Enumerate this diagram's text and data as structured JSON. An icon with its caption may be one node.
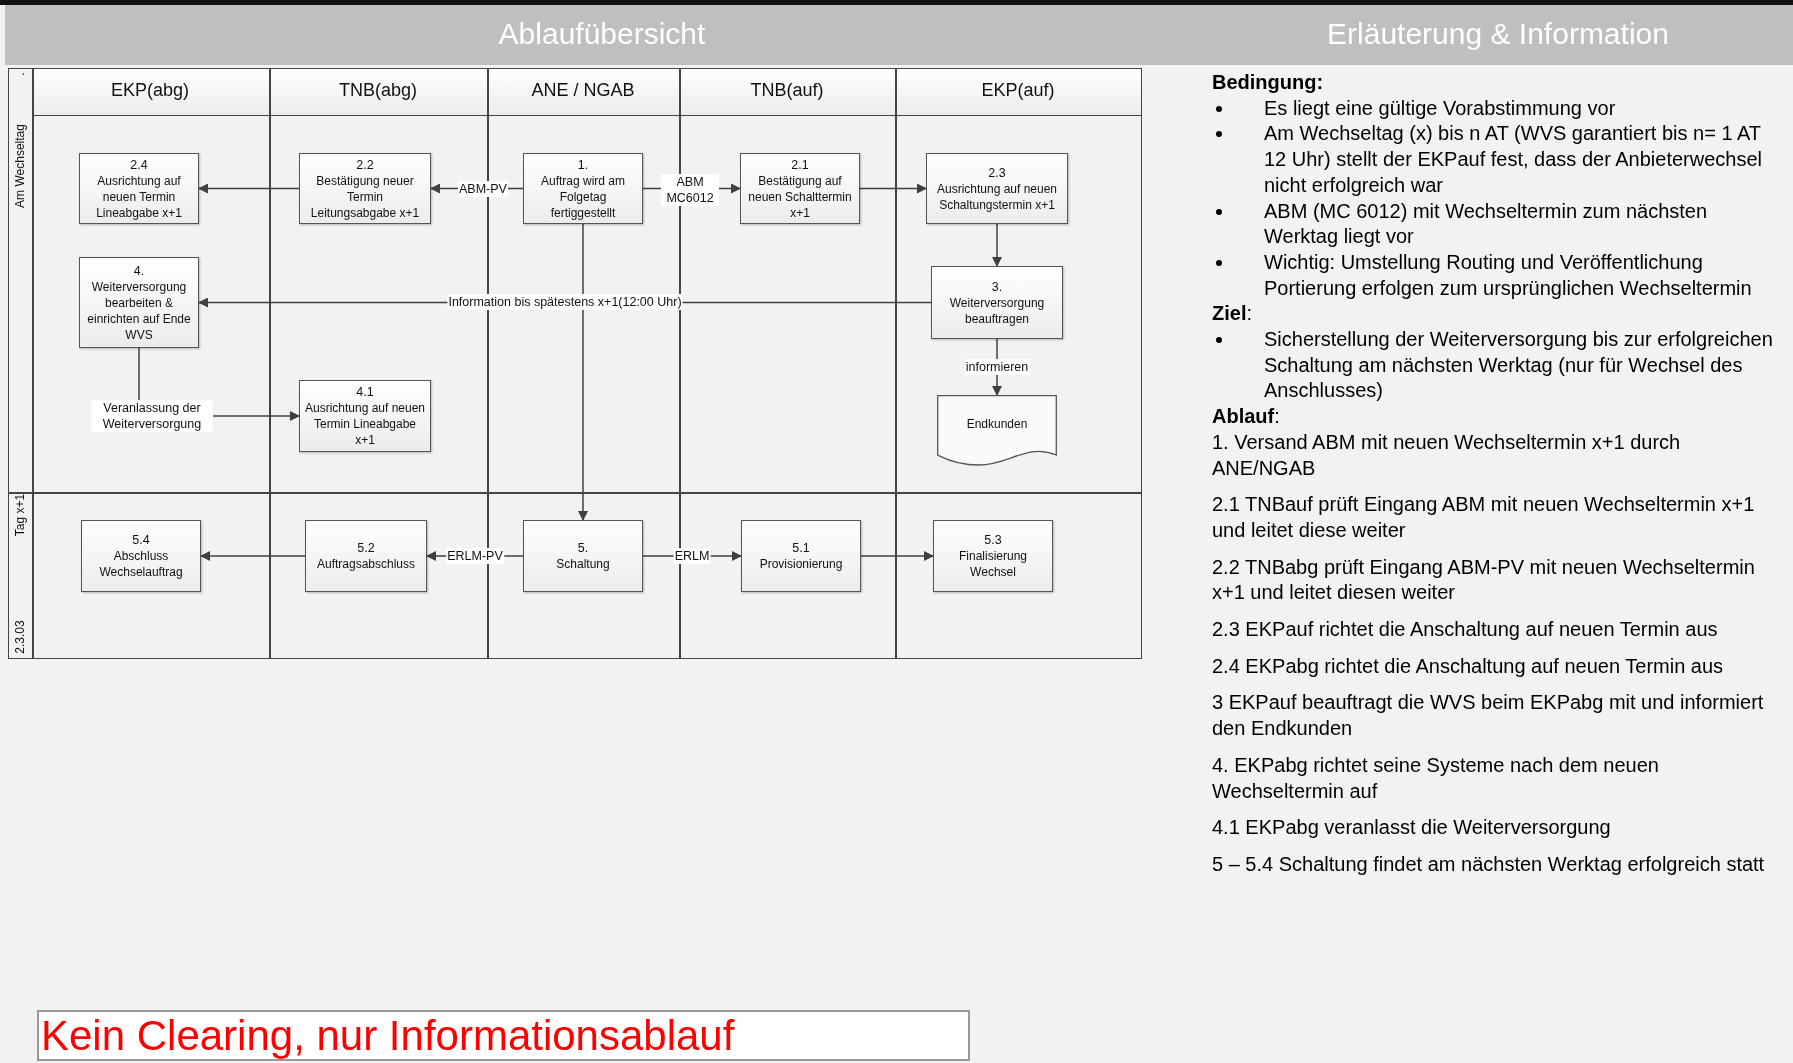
{
  "diagram": {
    "nodes": [
      {
        "text": [
          "2.4",
          "Ausrichtung auf neuen Termin Lineabgabe x+1"
        ]
      },
      {
        "text": [
          "2.2",
          "Bestätigung neuer Termin Leitungsabgabe x+1"
        ]
      },
      {
        "text": [
          "1.",
          "Auftrag wird am Folgetag fertiggestellt"
        ]
      },
      {
        "text": [
          "2.1",
          "Bestätigung auf neuen Schalttermin x+1"
        ]
      },
      {
        "text": [
          "2.3",
          "Ausrichtung auf neuen Schaltungstermin x+1"
        ]
      },
      {
        "text": [
          "4.",
          "Weiterversorgung bearbeiten & einrichten auf Ende WVS"
        ]
      },
      {
        "text": [
          "3.",
          "Weiterversorgung beauftragen"
        ]
      },
      {
        "text": [
          "4.1",
          "Ausrichtung auf neuen Termin Lineabgabe x+1"
        ]
      },
      {
        "text": [
          "Endkunden"
        ]
      },
      {
        "text": [
          "5.4",
          "Abschluss Wechselauftrag"
        ]
      },
      {
        "text": [
          "5.2",
          "Auftragsabschluss"
        ]
      },
      {
        "text": [
          "5.",
          "Schaltung"
        ]
      },
      {
        "text": [
          "5.1",
          "Provisionierung"
        ]
      },
      {
        "text": [
          "5.3",
          "Finalisierung Wechsel"
        ]
      }
    ],
    "edges": [
      {
        "from": 2,
        "to": 1,
        "arrow": "to",
        "label": "ABM-PV"
      },
      {
        "from": 1,
        "to": 0,
        "arrow": "to"
      },
      {
        "from": 2,
        "to": 3,
        "arrow": "to",
        "label": "ABM MC6012"
      },
      {
        "from": 3,
        "to": 4,
        "arrow": "to"
      },
      {
        "from": 4,
        "to": 6,
        "arrow": "to"
      },
      {
        "from": 6,
        "to": 5,
        "arrow": "to",
        "label": "Information bis spätestens x+1(12:00 Uhr)"
      },
      {
        "from": 6,
        "to": 8,
        "arrow": "to",
        "label": "informieren"
      },
      {
        "from": 5,
        "to": 7,
        "arrow": "to",
        "label": "Veranlassung der Weiterversorgung"
      },
      {
        "from": 2,
        "to": 11,
        "arrow": "to"
      },
      {
        "from": 11,
        "to": 10,
        "arrow": "to",
        "label": "ERLM-PV"
      },
      {
        "from": 10,
        "to": 9,
        "arrow": "to"
      },
      {
        "from": 11,
        "to": 12,
        "arrow": "to",
        "label": "ERLM"
      },
      {
        "from": 12,
        "to": 13,
        "arrow": "to"
      }
    ],
    "labels": [
      "Ablaufübersicht",
      "Erläuterung & Information",
      "EKP(abg)",
      "TNB(abg)",
      "ANE / NGAB",
      "TNB(auf)",
      "EKP(auf)",
      ".",
      "Am Wechseltag",
      "Tag x+1",
      "2.3.03",
      "Bedingung:",
      "Es liegt eine gültige Vorabstimmung vor",
      "Am Wechseltag (x) bis n AT (WVS garantiert bis n= 1 AT 12 Uhr) stellt der EKPauf fest, dass der Anbieterwechsel nicht erfolgreich war",
      "ABM (MC 6012) mit Wechseltermin zum nächsten Werktag liegt vor",
      "Wichtig: Umstellung Routing und Veröffentlichung Portierung erfolgen zum ursprünglichen Wechseltermin",
      "**Ziel**:",
      "Sicherstellung der Weiterversorgung bis zur erfolgreichen Schaltung am nächsten Werktag (nur für Wechsel des Anschlusses)",
      "**Ablauf**:",
      "1. Versand ABM mit neuen Wechseltermin x+1 durch ANE/NGAB",
      "2.1 TNBauf prüft Eingang ABM mit neuen Wechseltermin x+1 und leitet diese weiter",
      "2.2 TNBabg prüft Eingang ABM-PV mit neuen Wechseltermin x+1 und leitet diesen weiter",
      "2.3 EKPauf richtet die Anschaltung auf neuen Termin aus",
      "2.4 EKPabg richtet die Anschaltung auf neuen Termin aus",
      "3 EKPauf beauftragt die WVS beim EKPabg mit und informiert den Endkunden",
      "4. EKPabg richtet seine Systeme nach dem neuen Wechseltermin auf",
      "4.1 EKPabg veranlasst die Weiterversorgung",
      "5 – 5.4 Schaltung findet am nächsten Werktag erfolgreich statt",
      "Kein Clearing, nur Informationsablauf"
    ]
  }
}
